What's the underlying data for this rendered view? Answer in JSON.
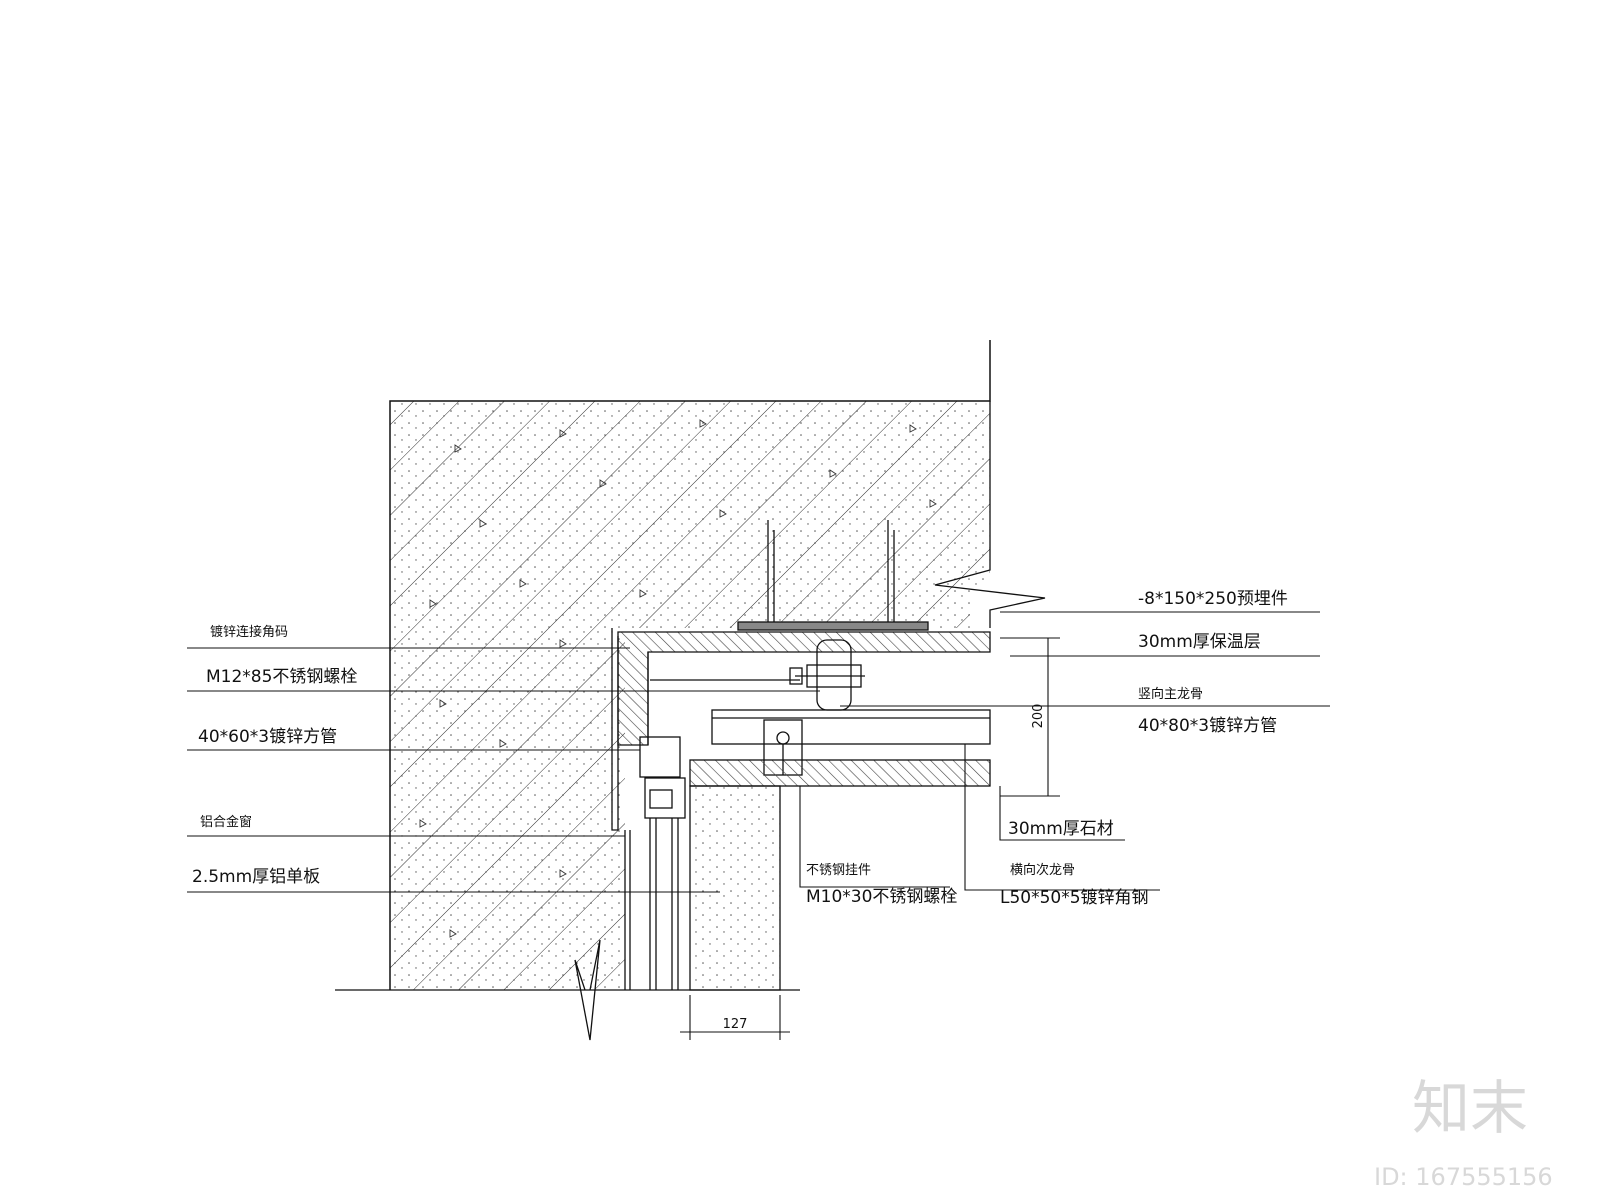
{
  "labels": {
    "left": [
      "镀锌连接角码",
      "M12*85不锈钢螺栓",
      "40*60*3镀锌方管",
      "铝合金窗",
      "2.5mm厚铝单板"
    ],
    "right": [
      "-8*150*250预埋件",
      "30mm厚保温层",
      "竖向主龙骨",
      "40*80*3镀锌方管",
      "30mm厚石材",
      "横向次龙骨",
      "L50*50*5镀锌角钢"
    ],
    "bottom": [
      "不锈钢挂件",
      "M10*30不锈钢螺栓"
    ]
  },
  "dimensions": {
    "width": "127",
    "height": "200"
  },
  "watermark": {
    "brand": "知末",
    "id": "ID: 167555156"
  }
}
